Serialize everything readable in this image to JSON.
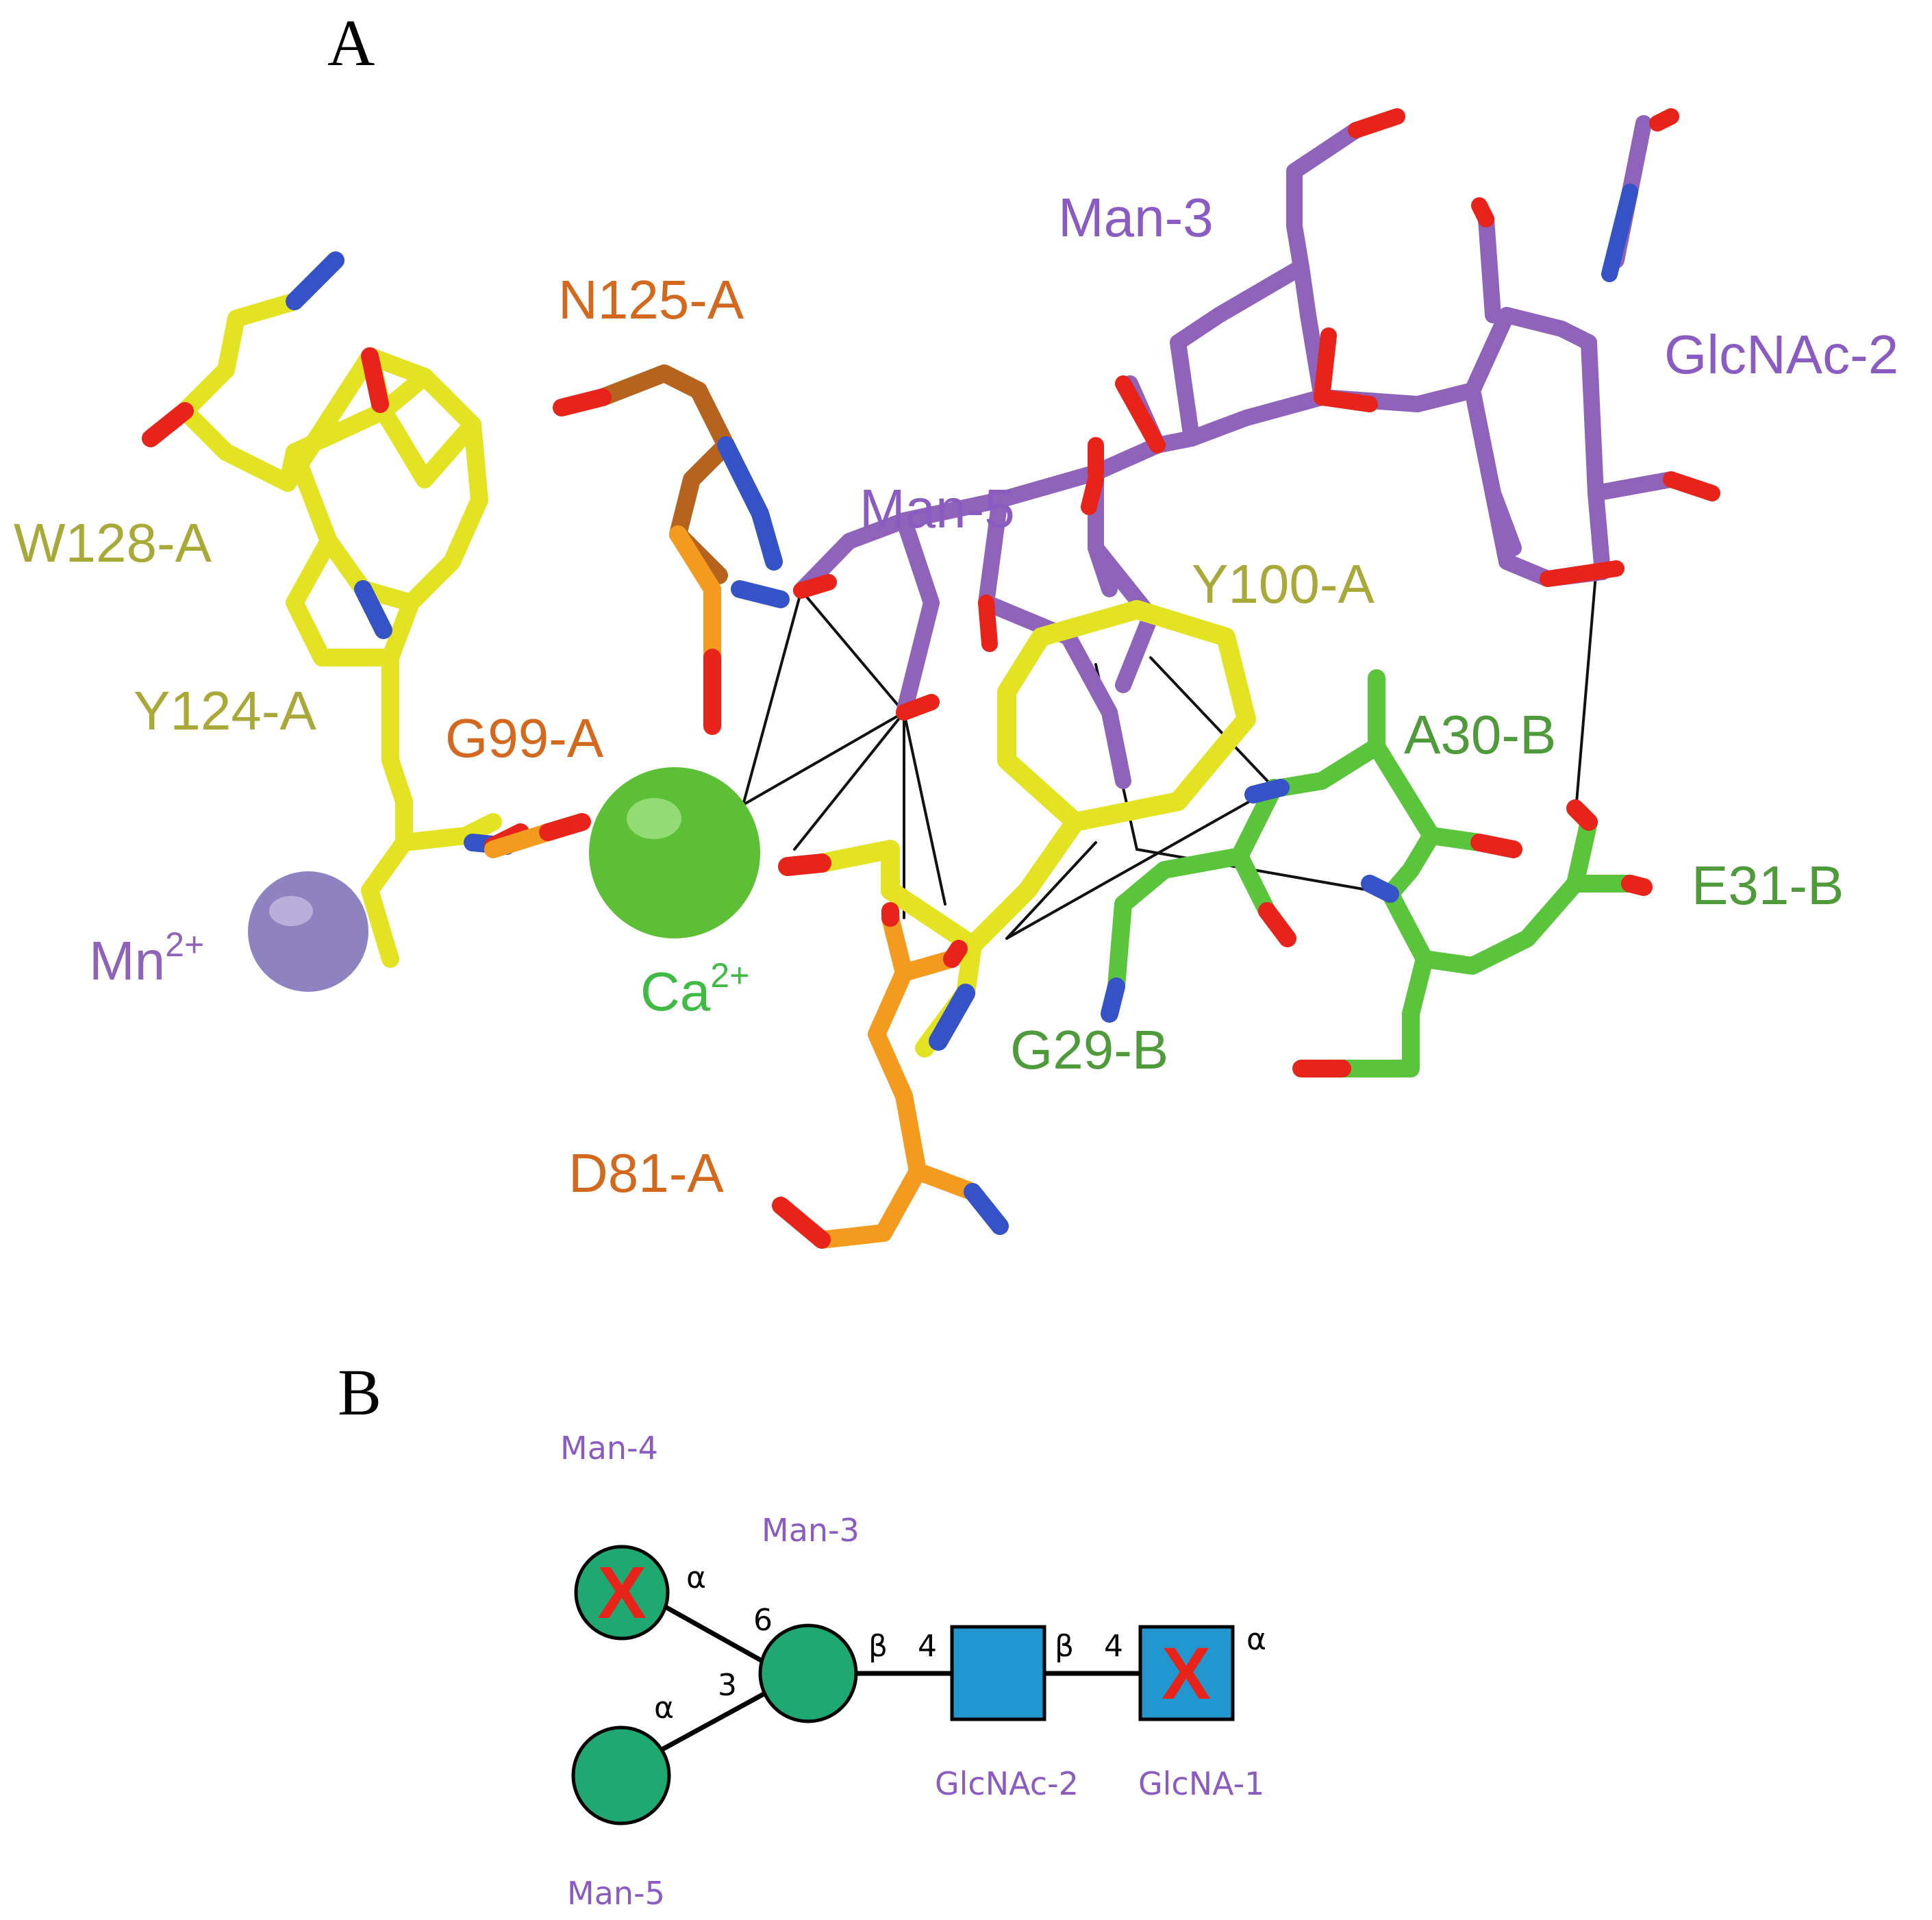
{
  "panels": {
    "a": "A",
    "b": "B"
  },
  "colors": {
    "protein_a": "#e3e324",
    "residue_orange": "#f39a1f",
    "residue_brown": "#b5631e",
    "sugar_purple": "#8f63ba",
    "chain_b": "#5ac53c",
    "oxygen": "#e8231a",
    "nitrogen": "#3553c6",
    "calcium": "#5cbf36",
    "manganese": "#8f82c0",
    "label_yellow": "#a9a93a",
    "label_orange": "#d2691e",
    "label_purple": "#8a5cc2",
    "label_green": "#4f9a3a",
    "label_ca": "#3fba45",
    "mannose": "#1fa872",
    "glcnac": "#2196cf",
    "cross": "#e8231a"
  },
  "panel_a": {
    "labels": {
      "w128": "W128-A",
      "y124": "Y124-A",
      "g99": "G99-A",
      "n125": "N125-A",
      "man5": "Man-5",
      "man3": "Man-3",
      "glcnac2": "GlcNAc-2",
      "y100": "Y100-A",
      "a30": "A30-B",
      "e31": "E31-B",
      "g29": "G29-B",
      "d81": "D81-A",
      "mn_base": "Mn",
      "mn_charge": "2+",
      "ca_base": "Ca",
      "ca_charge": "2+"
    }
  },
  "panel_b": {
    "labels": {
      "man4": "Man-4",
      "man3": "Man-3",
      "man5": "Man-5",
      "glcnac2": "GlcNAc-2",
      "glcna1": "GlcNA-1"
    },
    "links": {
      "alpha_top": "α",
      "six": "6",
      "three": "3",
      "alpha_bottom": "α",
      "beta_1": "β",
      "four_1": "4",
      "beta_2": "β",
      "four_2": "4",
      "alpha_end": "α"
    },
    "cross_mark": "X"
  }
}
